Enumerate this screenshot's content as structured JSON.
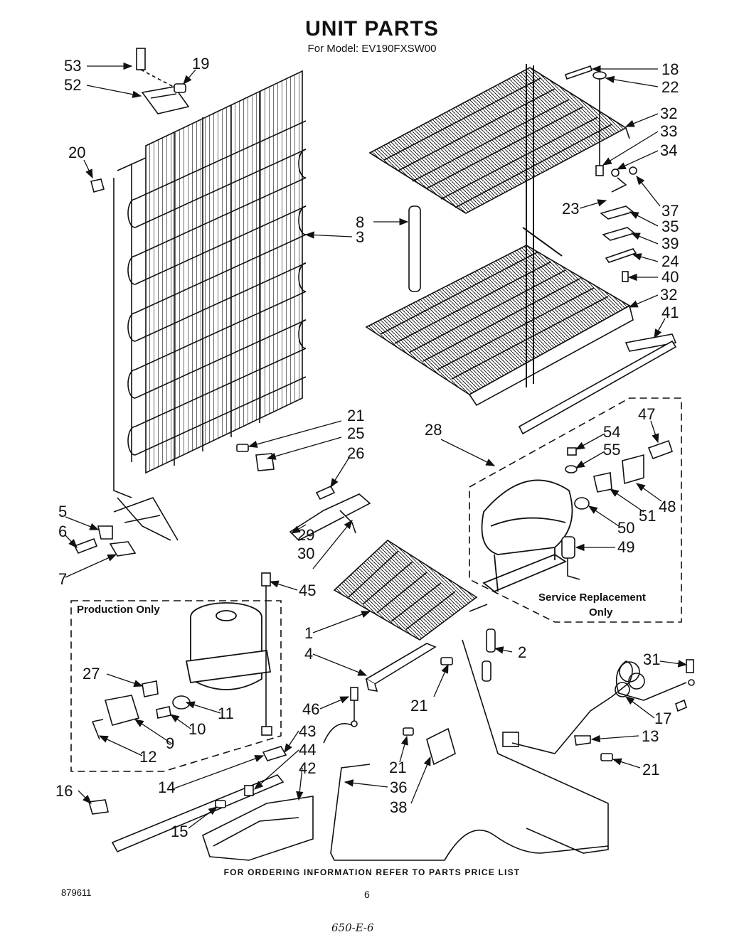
{
  "header": {
    "title": "UNIT PARTS",
    "model_line": "For Model: EV190FXSW00"
  },
  "callouts": {
    "c53": "53",
    "c52": "52",
    "c19": "19",
    "c20": "20",
    "c3": "3",
    "c8": "8",
    "c18": "18",
    "c22": "22",
    "c32a": "32",
    "c33": "33",
    "c34": "34",
    "c37": "37",
    "c23": "23",
    "c35": "35",
    "c39": "39",
    "c24": "24",
    "c40": "40",
    "c32b": "32",
    "c41": "41",
    "c21a": "21",
    "c25": "25",
    "c26": "26",
    "c28": "28",
    "c47": "47",
    "c54": "54",
    "c55": "55",
    "c48": "48",
    "c51": "51",
    "c50": "50",
    "c49": "49",
    "c5": "5",
    "c6": "6",
    "c7": "7",
    "c29": "29",
    "c30": "30",
    "c45": "45",
    "c1": "1",
    "c4": "4",
    "c2": "2",
    "c31": "31",
    "c27": "27",
    "c11": "11",
    "c10": "10",
    "c9": "9",
    "c12": "12",
    "c46": "46",
    "c21b": "21",
    "c17": "17",
    "c13": "13",
    "c21c": "21",
    "c43": "43",
    "c44": "44",
    "c42": "42",
    "c14": "14",
    "c16": "16",
    "c15": "15",
    "c21d": "21",
    "c36": "36",
    "c38": "38"
  },
  "boxes": {
    "production_only": "Production Only",
    "service_line1": "Service Replacement",
    "service_line2": "Only"
  },
  "footer": {
    "ordering_note": "FOR ORDERING INFORMATION REFER TO PARTS PRICE LIST",
    "doc_number": "879611",
    "page_number": "6",
    "handwritten_code": "650-E-6"
  }
}
